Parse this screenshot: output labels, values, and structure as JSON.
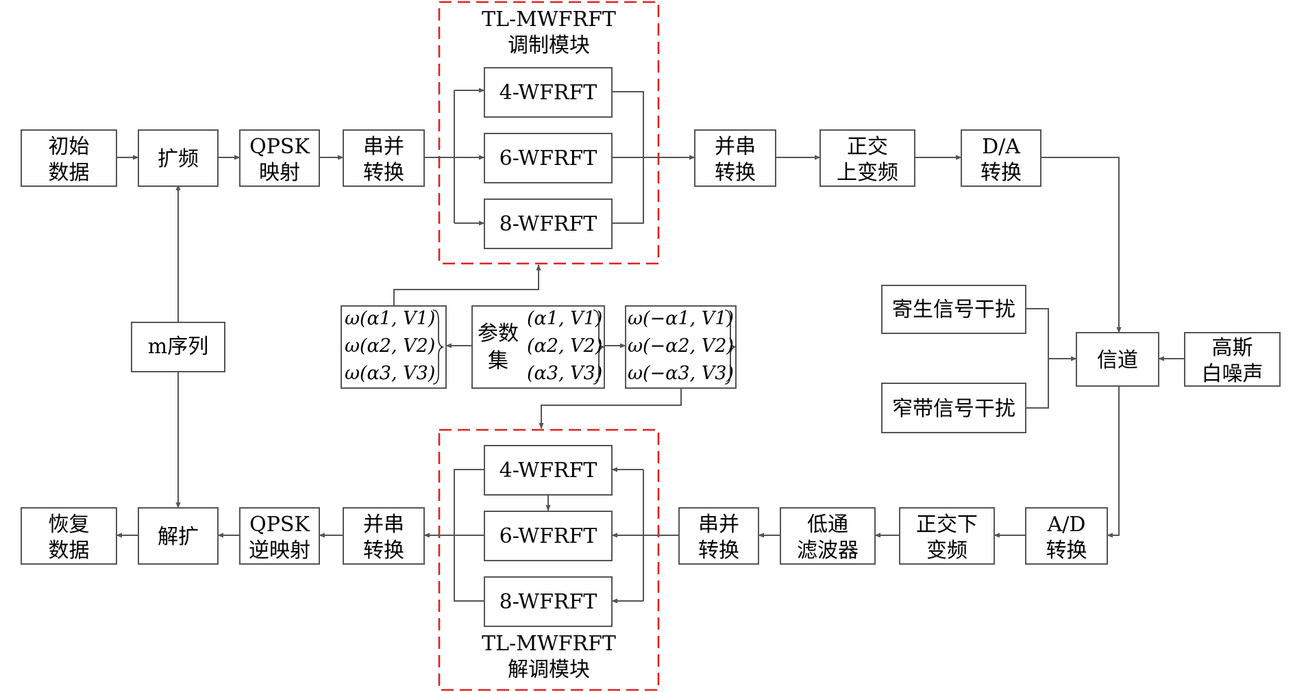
{
  "blocks": {
    "init_data": [
      "初始",
      "数据"
    ],
    "spread": [
      "扩频"
    ],
    "qpsk_map": [
      "QPSK",
      "映射"
    ],
    "sp1": [
      "串并",
      "转换"
    ],
    "ps1": [
      "并串",
      "转换"
    ],
    "quad_up": [
      "正交",
      "上变频"
    ],
    "da": [
      "D/A",
      "转换"
    ],
    "mseq": [
      "m序列"
    ],
    "parasitic": [
      "寄生信号干扰"
    ],
    "narrowband": [
      "窄带信号干扰"
    ],
    "channel": [
      "信道"
    ],
    "gauss": [
      "高斯",
      "白噪声"
    ],
    "recover": [
      "恢复",
      "数据"
    ],
    "despread": [
      "解扩"
    ],
    "qpsk_demap": [
      "QPSK",
      "逆映射"
    ],
    "ps2": [
      "并串",
      "转换"
    ],
    "sp2": [
      "串并",
      "转换"
    ],
    "lpf": [
      "低通",
      "滤波器"
    ],
    "quad_down": [
      "正交下",
      "变频"
    ],
    "ad": [
      "A/D",
      "转换"
    ]
  },
  "modulator": {
    "title": [
      "TL-MWFRFT",
      "调制模块"
    ],
    "branches": [
      "4-WFRFT",
      "6-WFRFT",
      "8-WFRFT"
    ]
  },
  "demodulator": {
    "title": [
      "TL-MWFRFT",
      "解调模块"
    ],
    "branches": [
      "4-WFRFT",
      "6-WFRFT",
      "8-WFRFT"
    ]
  },
  "params": {
    "label": [
      "参数",
      "集"
    ],
    "set": [
      "(α1, V1)",
      "(α2, V2)",
      "(α3, V3)"
    ],
    "omega_pos": [
      "ω(α1, V1)",
      "ω(α2, V2)",
      "ω(α3, V3)"
    ],
    "omega_neg": [
      "ω(−α1, V1)",
      "ω(−α2, V2)",
      "ω(−α3, V3)"
    ]
  },
  "colors": {
    "line": "#555555",
    "dashed_border": "#e02020"
  }
}
